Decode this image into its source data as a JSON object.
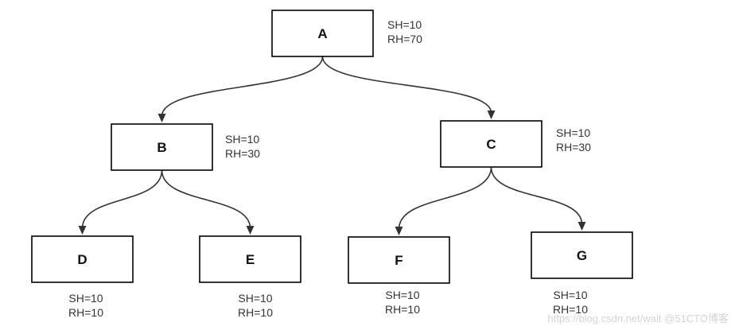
{
  "nodes": [
    {
      "id": "A",
      "label": "A",
      "sh": "SH=10",
      "rh": "RH=70"
    },
    {
      "id": "B",
      "label": "B",
      "sh": "SH=10",
      "rh": "RH=30"
    },
    {
      "id": "C",
      "label": "C",
      "sh": "SH=10",
      "rh": "RH=30"
    },
    {
      "id": "D",
      "label": "D",
      "sh": "SH=10",
      "rh": "RH=10"
    },
    {
      "id": "E",
      "label": "E",
      "sh": "SH=10",
      "rh": "RH=10"
    },
    {
      "id": "F",
      "label": "F",
      "sh": "SH=10",
      "rh": "RH=10"
    },
    {
      "id": "G",
      "label": "G",
      "sh": "SH=10",
      "rh": "RH=10"
    }
  ],
  "edges": [
    {
      "from": "A",
      "to": "B"
    },
    {
      "from": "A",
      "to": "C"
    },
    {
      "from": "B",
      "to": "D"
    },
    {
      "from": "B",
      "to": "E"
    },
    {
      "from": "C",
      "to": "F"
    },
    {
      "from": "C",
      "to": "G"
    }
  ],
  "watermark": "https://blog.csdn.net/wait @51CTO博客"
}
